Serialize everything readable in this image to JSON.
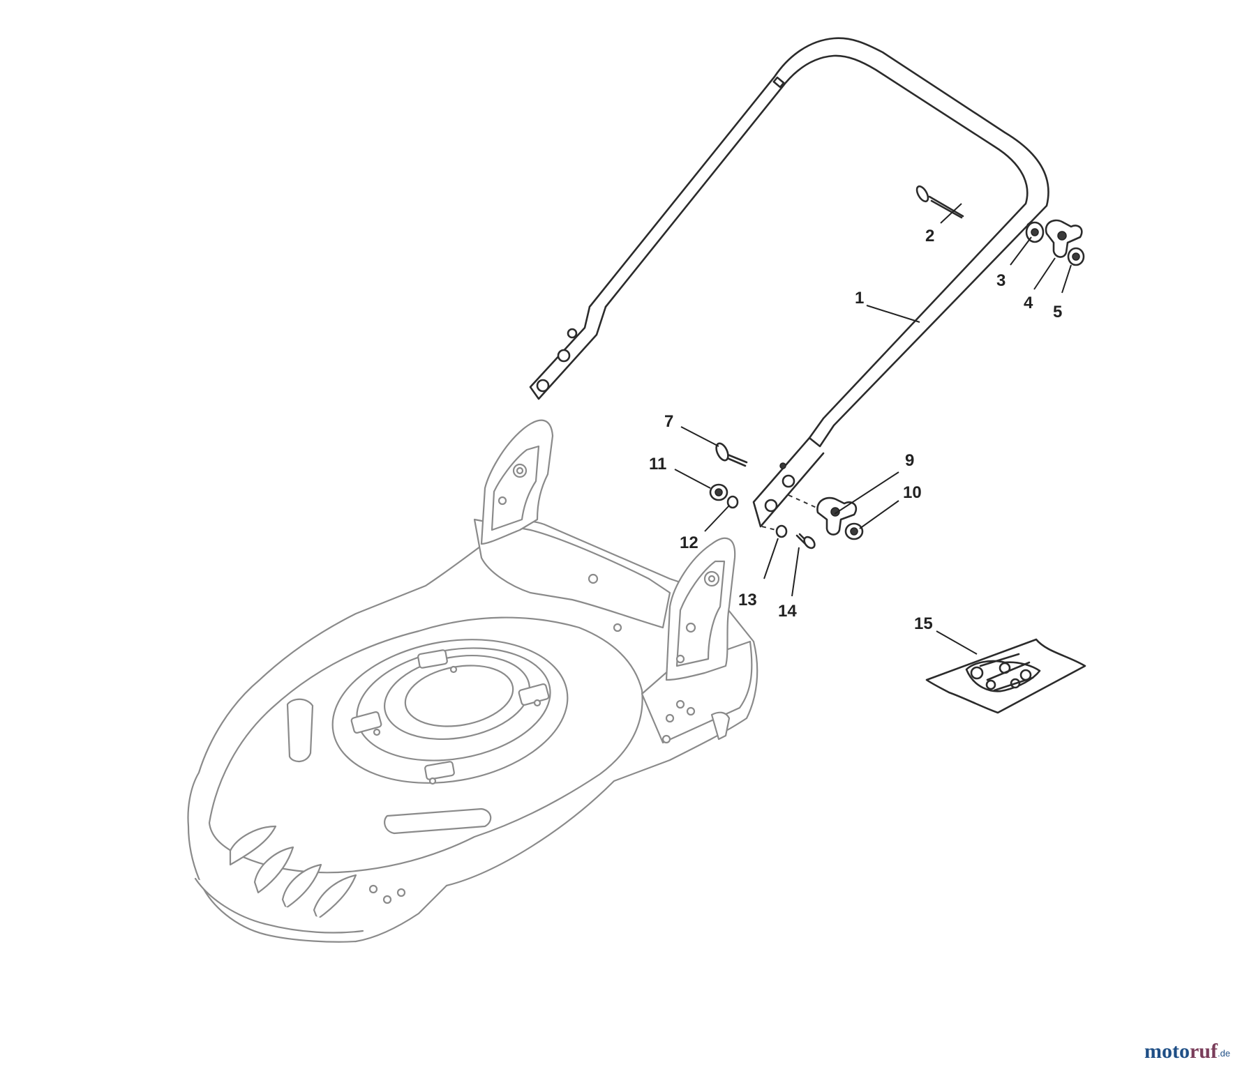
{
  "diagram": {
    "callouts": [
      {
        "id": "1",
        "label": "1"
      },
      {
        "id": "2",
        "label": "2"
      },
      {
        "id": "3",
        "label": "3"
      },
      {
        "id": "4",
        "label": "4"
      },
      {
        "id": "5",
        "label": "5"
      },
      {
        "id": "7",
        "label": "7"
      },
      {
        "id": "9",
        "label": "9"
      },
      {
        "id": "10",
        "label": "10"
      },
      {
        "id": "11",
        "label": "11"
      },
      {
        "id": "12",
        "label": "12"
      },
      {
        "id": "13",
        "label": "13"
      },
      {
        "id": "14",
        "label": "14"
      },
      {
        "id": "15",
        "label": "15"
      }
    ],
    "components": [
      "mower-deck",
      "handle-bracket-left",
      "handle-bracket-right",
      "handle-bar",
      "hardware-bag"
    ]
  },
  "watermark": {
    "main": "motoruf",
    "suffix": ".de"
  },
  "colors": {
    "callout": "#222222",
    "deck_outline": "#8a8a8a",
    "handle_outline": "#2b2b2b",
    "watermark_blue": "#1f4f86",
    "watermark_purple": "#7a3d5a"
  }
}
